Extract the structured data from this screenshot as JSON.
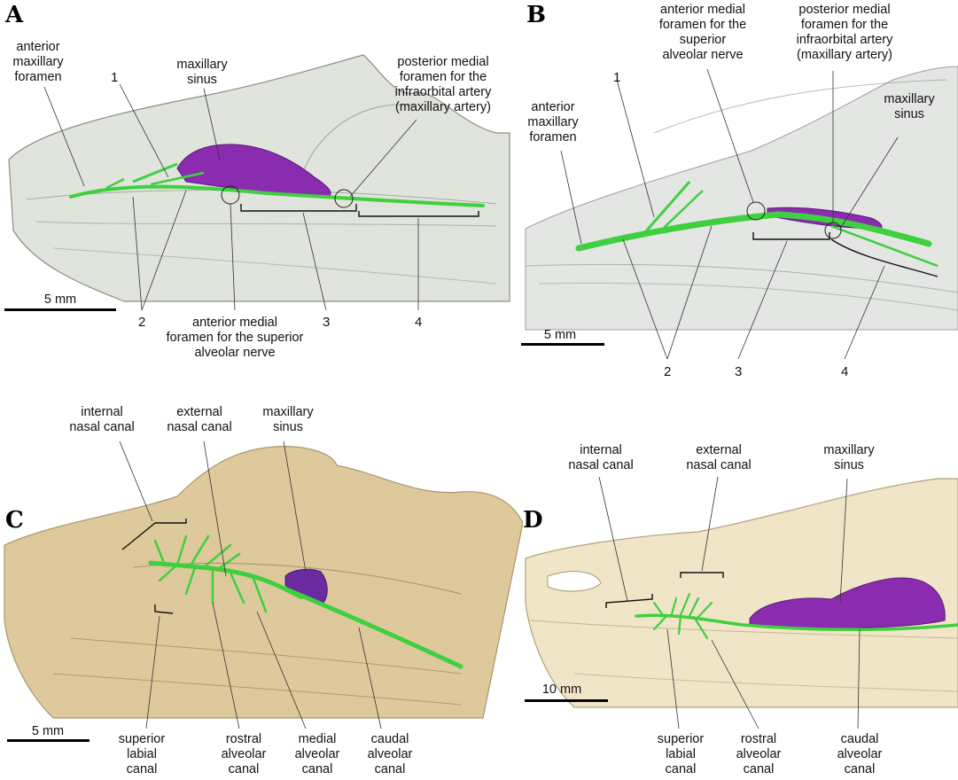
{
  "panels": {
    "A": {
      "letter": "A",
      "scale": "5 mm",
      "labels": {
        "anterior_maxillary_foramen": "anterior\nmaxillary\nforamen",
        "maxillary_sinus": "maxillary\nsinus",
        "posterior_medial_foramen": "posterior medial\nforamen for the\ninfraorbital artery\n(maxillary artery)",
        "anterior_medial_foramen": "anterior medial\nforamen for the superior\nalveolar nerve"
      },
      "numbers": [
        "1",
        "2",
        "3",
        "4"
      ]
    },
    "B": {
      "letter": "B",
      "scale": "5 mm",
      "labels": {
        "anterior_medial_foramen": "anterior medial\nforamen for the\nsuperior\nalveolar nerve",
        "posterior_medial_foramen": "posterior medial\nforamen for the\ninfraorbital artery\n(maxillary artery)",
        "anterior_maxillary_foramen": "anterior\nmaxillary\nforamen",
        "maxillary_sinus": "maxillary\nsinus"
      },
      "numbers": [
        "1",
        "2",
        "3",
        "4"
      ]
    },
    "C": {
      "letter": "C",
      "scale": "5 mm",
      "labels": {
        "internal_nasal_canal": "internal\nnasal canal",
        "external_nasal_canal": "external\nnasal canal",
        "maxillary_sinus": "maxillary\nsinus",
        "superior_labial_canal": "superior\nlabial\ncanal",
        "rostral_alveolar_canal": "rostral\nalveolar\ncanal",
        "medial_alveolar_canal": "medial\nalveolar\ncanal",
        "caudal_alveolar_canal": "caudal\nalveolar\ncanal"
      }
    },
    "D": {
      "letter": "D",
      "scale": "10 mm",
      "labels": {
        "internal_nasal_canal": "internal\nnasal canal",
        "external_nasal_canal": "external\nnasal canal",
        "maxillary_sinus": "maxillary\nsinus",
        "superior_labial_canal": "superior\nlabial\ncanal",
        "rostral_alveolar_canal": "rostral\nalveolar\ncanal",
        "caudal_alveolar_canal": "caudal\nalveolar\ncanal"
      }
    }
  },
  "colors": {
    "nerve_canal": "#3fcf3f",
    "sinus": "#8a2bb0",
    "skull_grey": "#dfe3dc",
    "skull_tan": "#c8a86a",
    "skull_cream": "#efe4c4"
  }
}
